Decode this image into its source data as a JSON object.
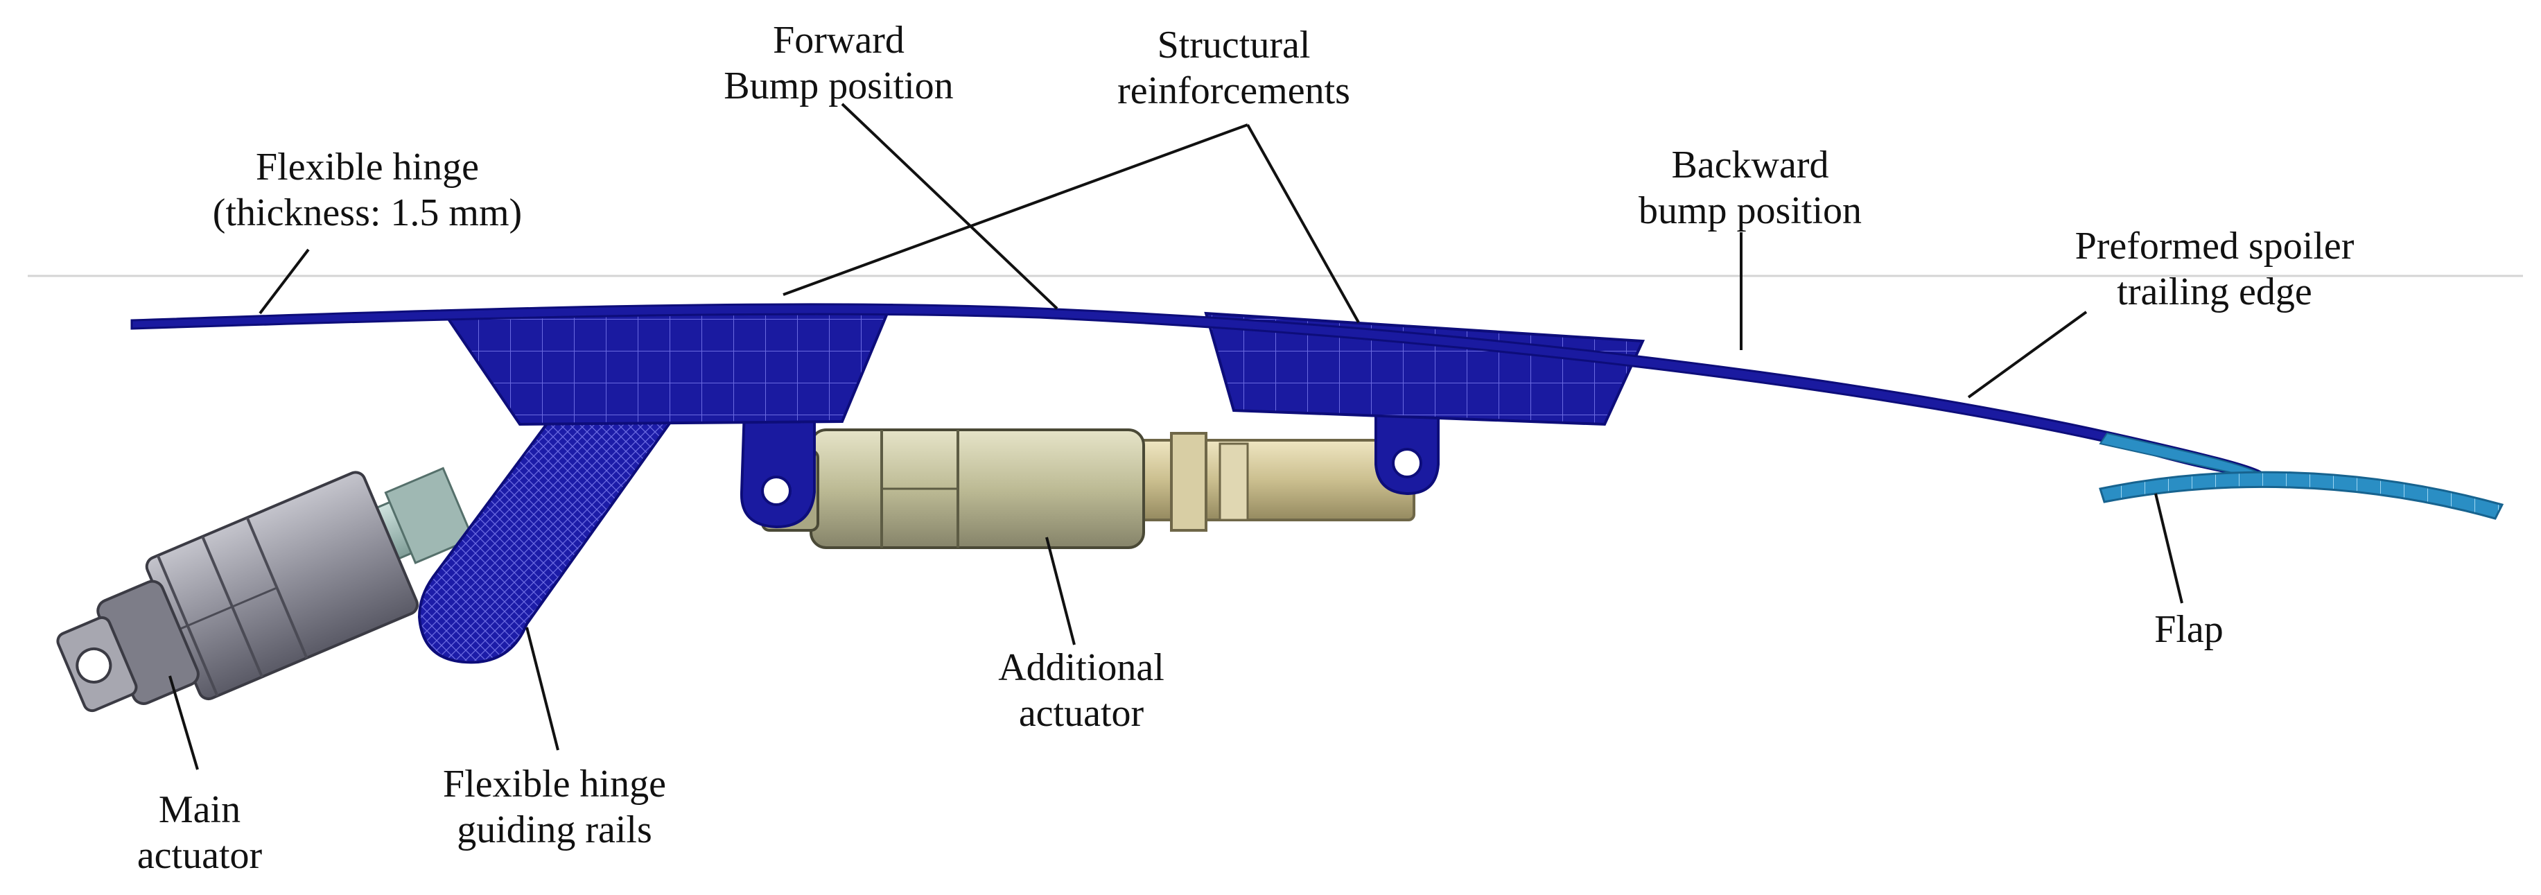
{
  "labels": {
    "flexible_hinge": {
      "line1": "Flexible hinge",
      "line2": "(thickness: 1.5 mm)"
    },
    "forward_bump": {
      "line1": "Forward",
      "line2": "Bump  position"
    },
    "structural_reinforcements": {
      "line1": "Structural",
      "line2": "reinforcements"
    },
    "backward_bump": {
      "line1": "Backward",
      "line2": "bump position"
    },
    "preformed_spoiler": {
      "line1": "Preformed spoiler",
      "line2": "trailing edge"
    },
    "flap": {
      "line1": "Flap"
    },
    "additional_actuator": {
      "line1": "Additional",
      "line2": "actuator"
    },
    "guiding_rails": {
      "line1": "Flexible hinge",
      "line2": "guiding rails"
    },
    "main_actuator": {
      "line1": "Main",
      "line2": "actuator"
    }
  },
  "colors": {
    "skin": "#1a1aa0",
    "mesh_line": "#5b5bd8",
    "flap": "#2a8ec4",
    "main_actuator_body": "#8f8f9a",
    "additional_actuator_body": "#c9c7a3",
    "rod": "#cfc49a",
    "leader": "#111111",
    "reference_line": "#cfcfcf"
  }
}
